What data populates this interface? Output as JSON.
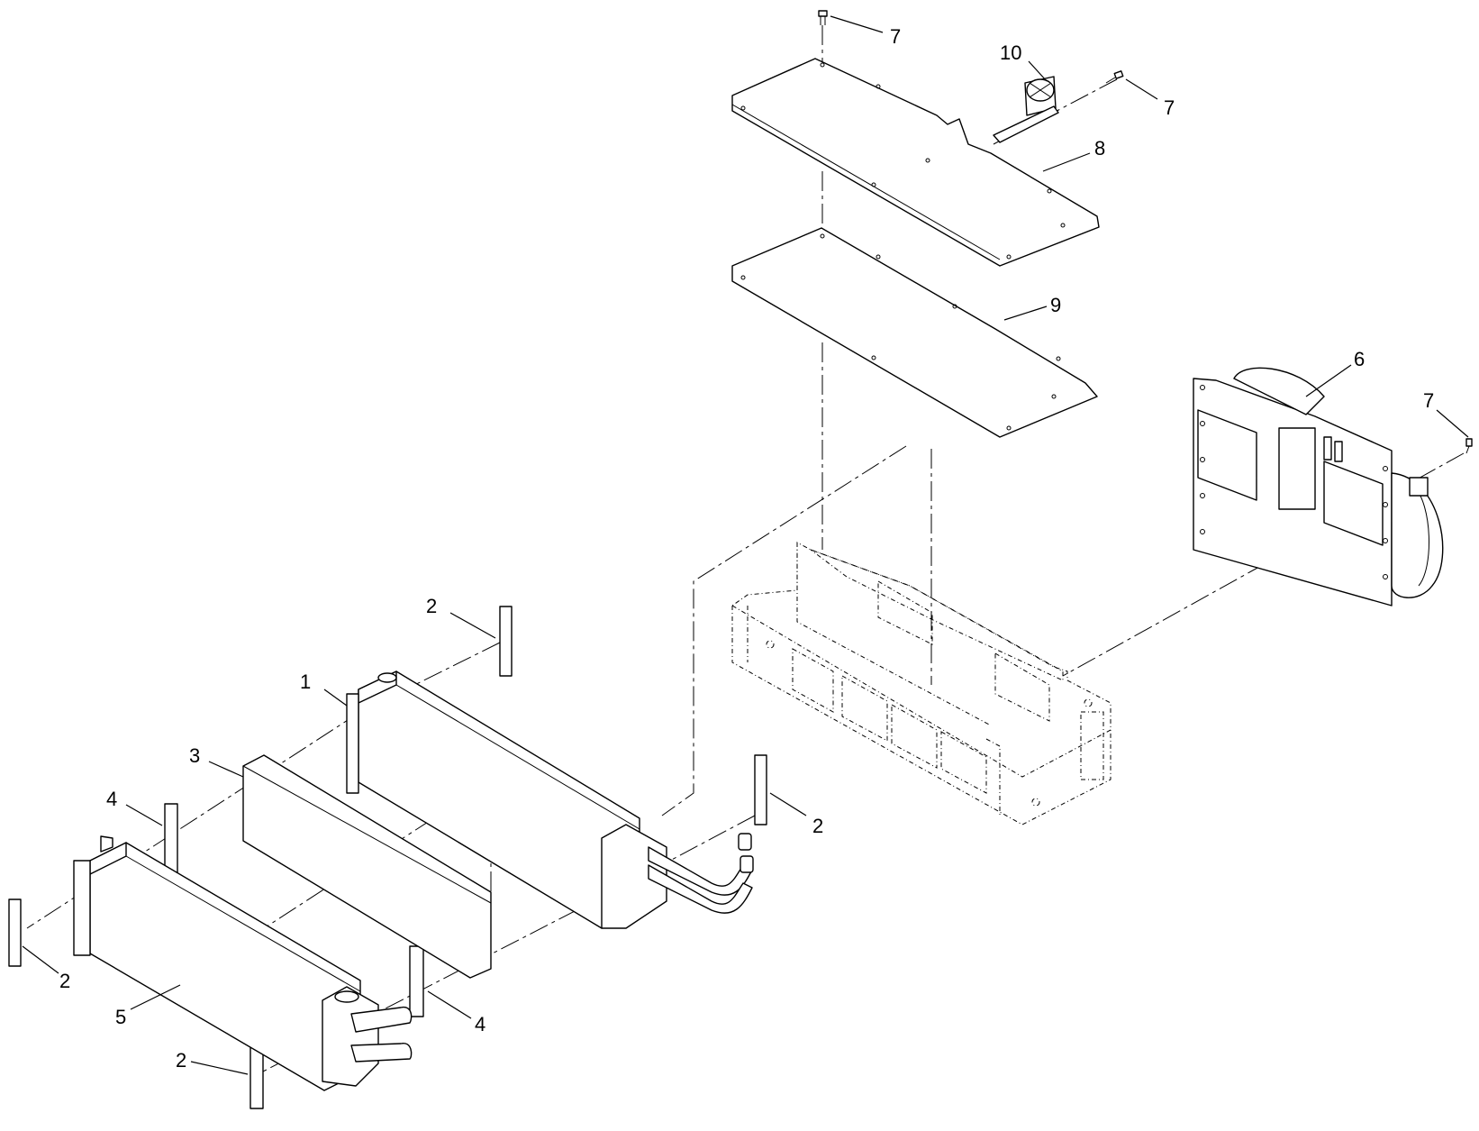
{
  "diagram": {
    "colors": {
      "line": "#000000",
      "background": "#ffffff"
    },
    "callouts": [
      {
        "id": "c7-top",
        "label": "7"
      },
      {
        "id": "c10",
        "label": "10"
      },
      {
        "id": "c7-switch",
        "label": "7"
      },
      {
        "id": "c8",
        "label": "8"
      },
      {
        "id": "c9",
        "label": "9"
      },
      {
        "id": "c6",
        "label": "6"
      },
      {
        "id": "c7-blower",
        "label": "7"
      },
      {
        "id": "c2-top",
        "label": "2"
      },
      {
        "id": "c1",
        "label": "1"
      },
      {
        "id": "c3",
        "label": "3"
      },
      {
        "id": "c4-left",
        "label": "4"
      },
      {
        "id": "c2-right",
        "label": "2"
      },
      {
        "id": "c2-left",
        "label": "2"
      },
      {
        "id": "c5",
        "label": "5"
      },
      {
        "id": "c4-bottom",
        "label": "4"
      },
      {
        "id": "c2-bottom",
        "label": "2"
      }
    ]
  }
}
